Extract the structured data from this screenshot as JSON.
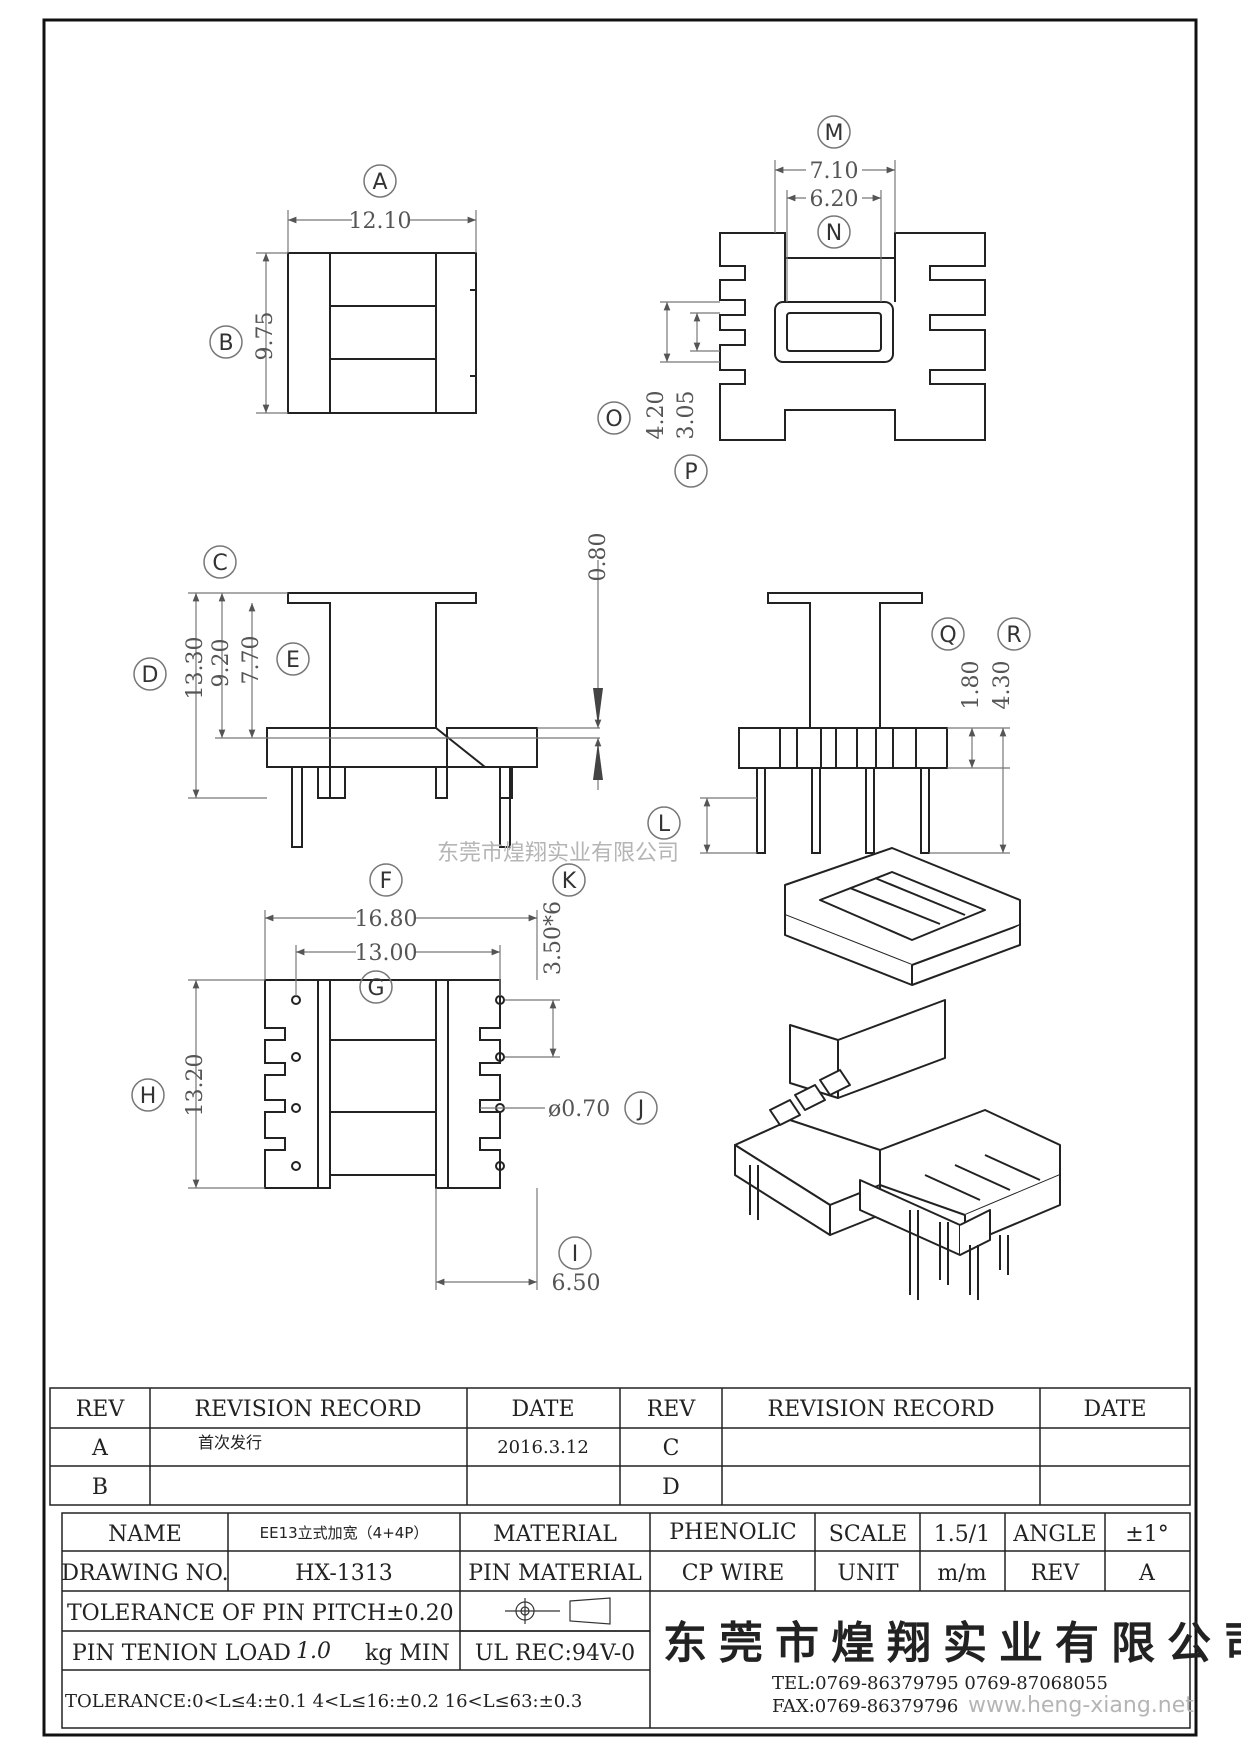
{
  "views": {
    "top": {
      "label_a": "A",
      "dim_a": "12.10",
      "label_b": "B",
      "dim_b": "9.75"
    },
    "plan": {
      "label_m": "M",
      "dim_m": "7.10",
      "dim_n": "6.20",
      "label_n": "N",
      "label_o": "O",
      "dim_o": "4.20",
      "dim_p": "3.05",
      "label_p": "P"
    },
    "front": {
      "label_c": "C",
      "label_d": "D",
      "dim_d": "13.30",
      "dim_c": "9.20",
      "dim_e": "7.70",
      "label_e": "E",
      "dim_top": "0.80"
    },
    "side": {
      "label_q": "Q",
      "label_r": "R",
      "dim_q": "1.80",
      "dim_r": "4.30",
      "label_l": "L"
    },
    "bottom": {
      "label_f": "F",
      "dim_f": "16.80",
      "dim_g": "13.00",
      "label_g": "G",
      "label_k": "K",
      "dim_k": "3.50*6",
      "label_h": "H",
      "dim_h": "13.20",
      "label_j": "J",
      "dim_j": "ø0.70",
      "label_i": "I",
      "dim_i": "6.50"
    }
  },
  "watermark_center": "东莞市煌翔实业有限公司",
  "revision_table": {
    "headers": [
      "REV",
      "REVISION RECORD",
      "DATE",
      "REV",
      "REVISION RECORD",
      "DATE"
    ],
    "rows": [
      {
        "rev": "A",
        "record": "首次发行",
        "date": "2016.3.12",
        "rev2": "C",
        "record2": "",
        "date2": ""
      },
      {
        "rev": "B",
        "record": "",
        "date": "",
        "rev2": "D",
        "record2": "",
        "date2": ""
      }
    ]
  },
  "title_block": {
    "name_label": "NAME",
    "name_value": "EE13立式加宽（4+4P）",
    "material_label": "MATERIAL",
    "material_value": "PHENOLIC",
    "scale_label": "SCALE",
    "scale_value": "1.5/1",
    "angle_label": "ANGLE",
    "angle_value": "±1°",
    "drawing_no_label": "DRAWING NO.",
    "drawing_no_value": "HX-1313",
    "pin_material_label": "PIN MATERIAL",
    "pin_material_value": "CP WIRE",
    "unit_label": "UNIT",
    "unit_value": "m/m",
    "rev_label": "REV",
    "rev_value": "A",
    "pitch_tolerance": "TOLERANCE OF PIN PITCH±0.20",
    "pin_load_label": "PIN TENION LOAD",
    "pin_load_value": "1.0",
    "pin_load_unit": "kg MIN",
    "ul": "UL REC:94V-0",
    "tolerance": "TOLERANCE:0<L≤4:±0.1  4<L≤16:±0.2  16<L≤63:±0.3",
    "company": "东莞市煌翔实业有限公司",
    "tel": "TEL:0769-86379795    0769-87068055",
    "fax": "FAX:0769-86379796",
    "website": "www.heng-xiang.net"
  }
}
